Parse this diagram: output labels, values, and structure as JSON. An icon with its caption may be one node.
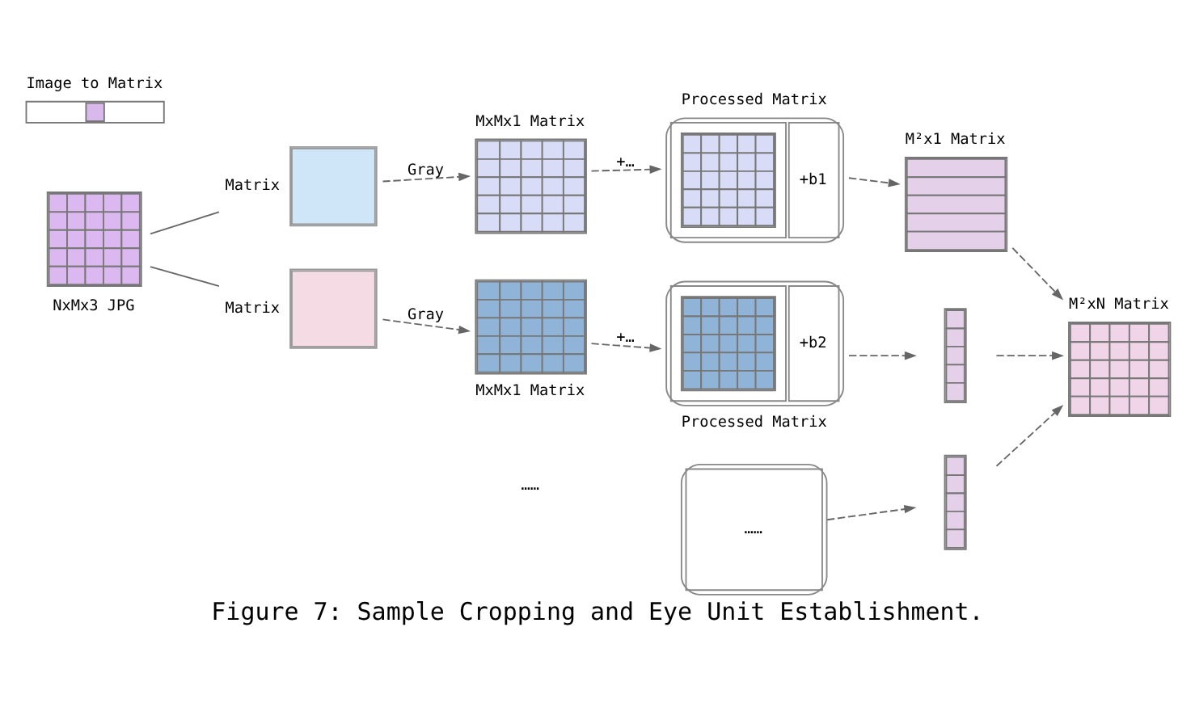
{
  "diagram": {
    "caption": "Figure 7: Sample Cropping and Eye Unit Establishment.",
    "nodes": [
      {
        "text": [
          "Image to Matrix"
        ]
      },
      {
        "text": [
          "NxMx3 JPG"
        ]
      },
      {
        "text": [
          "Matrix"
        ]
      },
      {
        "text": [
          "Matrix"
        ]
      },
      {
        "text": [
          "MxMx1 Matrix"
        ]
      },
      {
        "text": [
          "MxMx1 Matrix"
        ]
      },
      {
        "text": [
          "Processed Matrix",
          "+b1"
        ]
      },
      {
        "text": [
          "+b2",
          "Processed Matrix"
        ]
      },
      {
        "text": [
          "……"
        ]
      },
      {
        "text": [
          "M²x1 Matrix"
        ]
      },
      {
        "text": [],
        "shape": "bar"
      },
      {
        "text": [],
        "shape": "bar"
      },
      {
        "text": [
          "M²xN Matrix"
        ]
      }
    ],
    "edges": [
      {
        "from": 1,
        "to": 2,
        "arrow": "none"
      },
      {
        "from": 1,
        "to": 3,
        "arrow": "none"
      },
      {
        "from": 2,
        "to": 4,
        "arrow": "to",
        "label": "Gray",
        "style": "dashed"
      },
      {
        "from": 3,
        "to": 5,
        "arrow": "to",
        "label": "Gray",
        "style": "dashed"
      },
      {
        "from": 4,
        "to": 6,
        "arrow": "to",
        "label": "+…",
        "style": "dashed"
      },
      {
        "from": 5,
        "to": 7,
        "arrow": "to",
        "label": "+…",
        "style": "dashed"
      },
      {
        "from": 6,
        "to": 9,
        "arrow": "to",
        "style": "dashed"
      },
      {
        "from": 7,
        "to": 10,
        "arrow": "to",
        "style": "dashed"
      },
      {
        "from": 8,
        "to": 11,
        "arrow": "to",
        "style": "dashed"
      },
      {
        "from": 9,
        "to": 12,
        "arrow": "to",
        "style": "dashed"
      },
      {
        "from": 10,
        "to": 12,
        "arrow": "to",
        "style": "dashed"
      },
      {
        "from": 11,
        "to": 12,
        "arrow": "to",
        "style": "dashed"
      }
    ],
    "labels": [
      "……"
    ]
  }
}
